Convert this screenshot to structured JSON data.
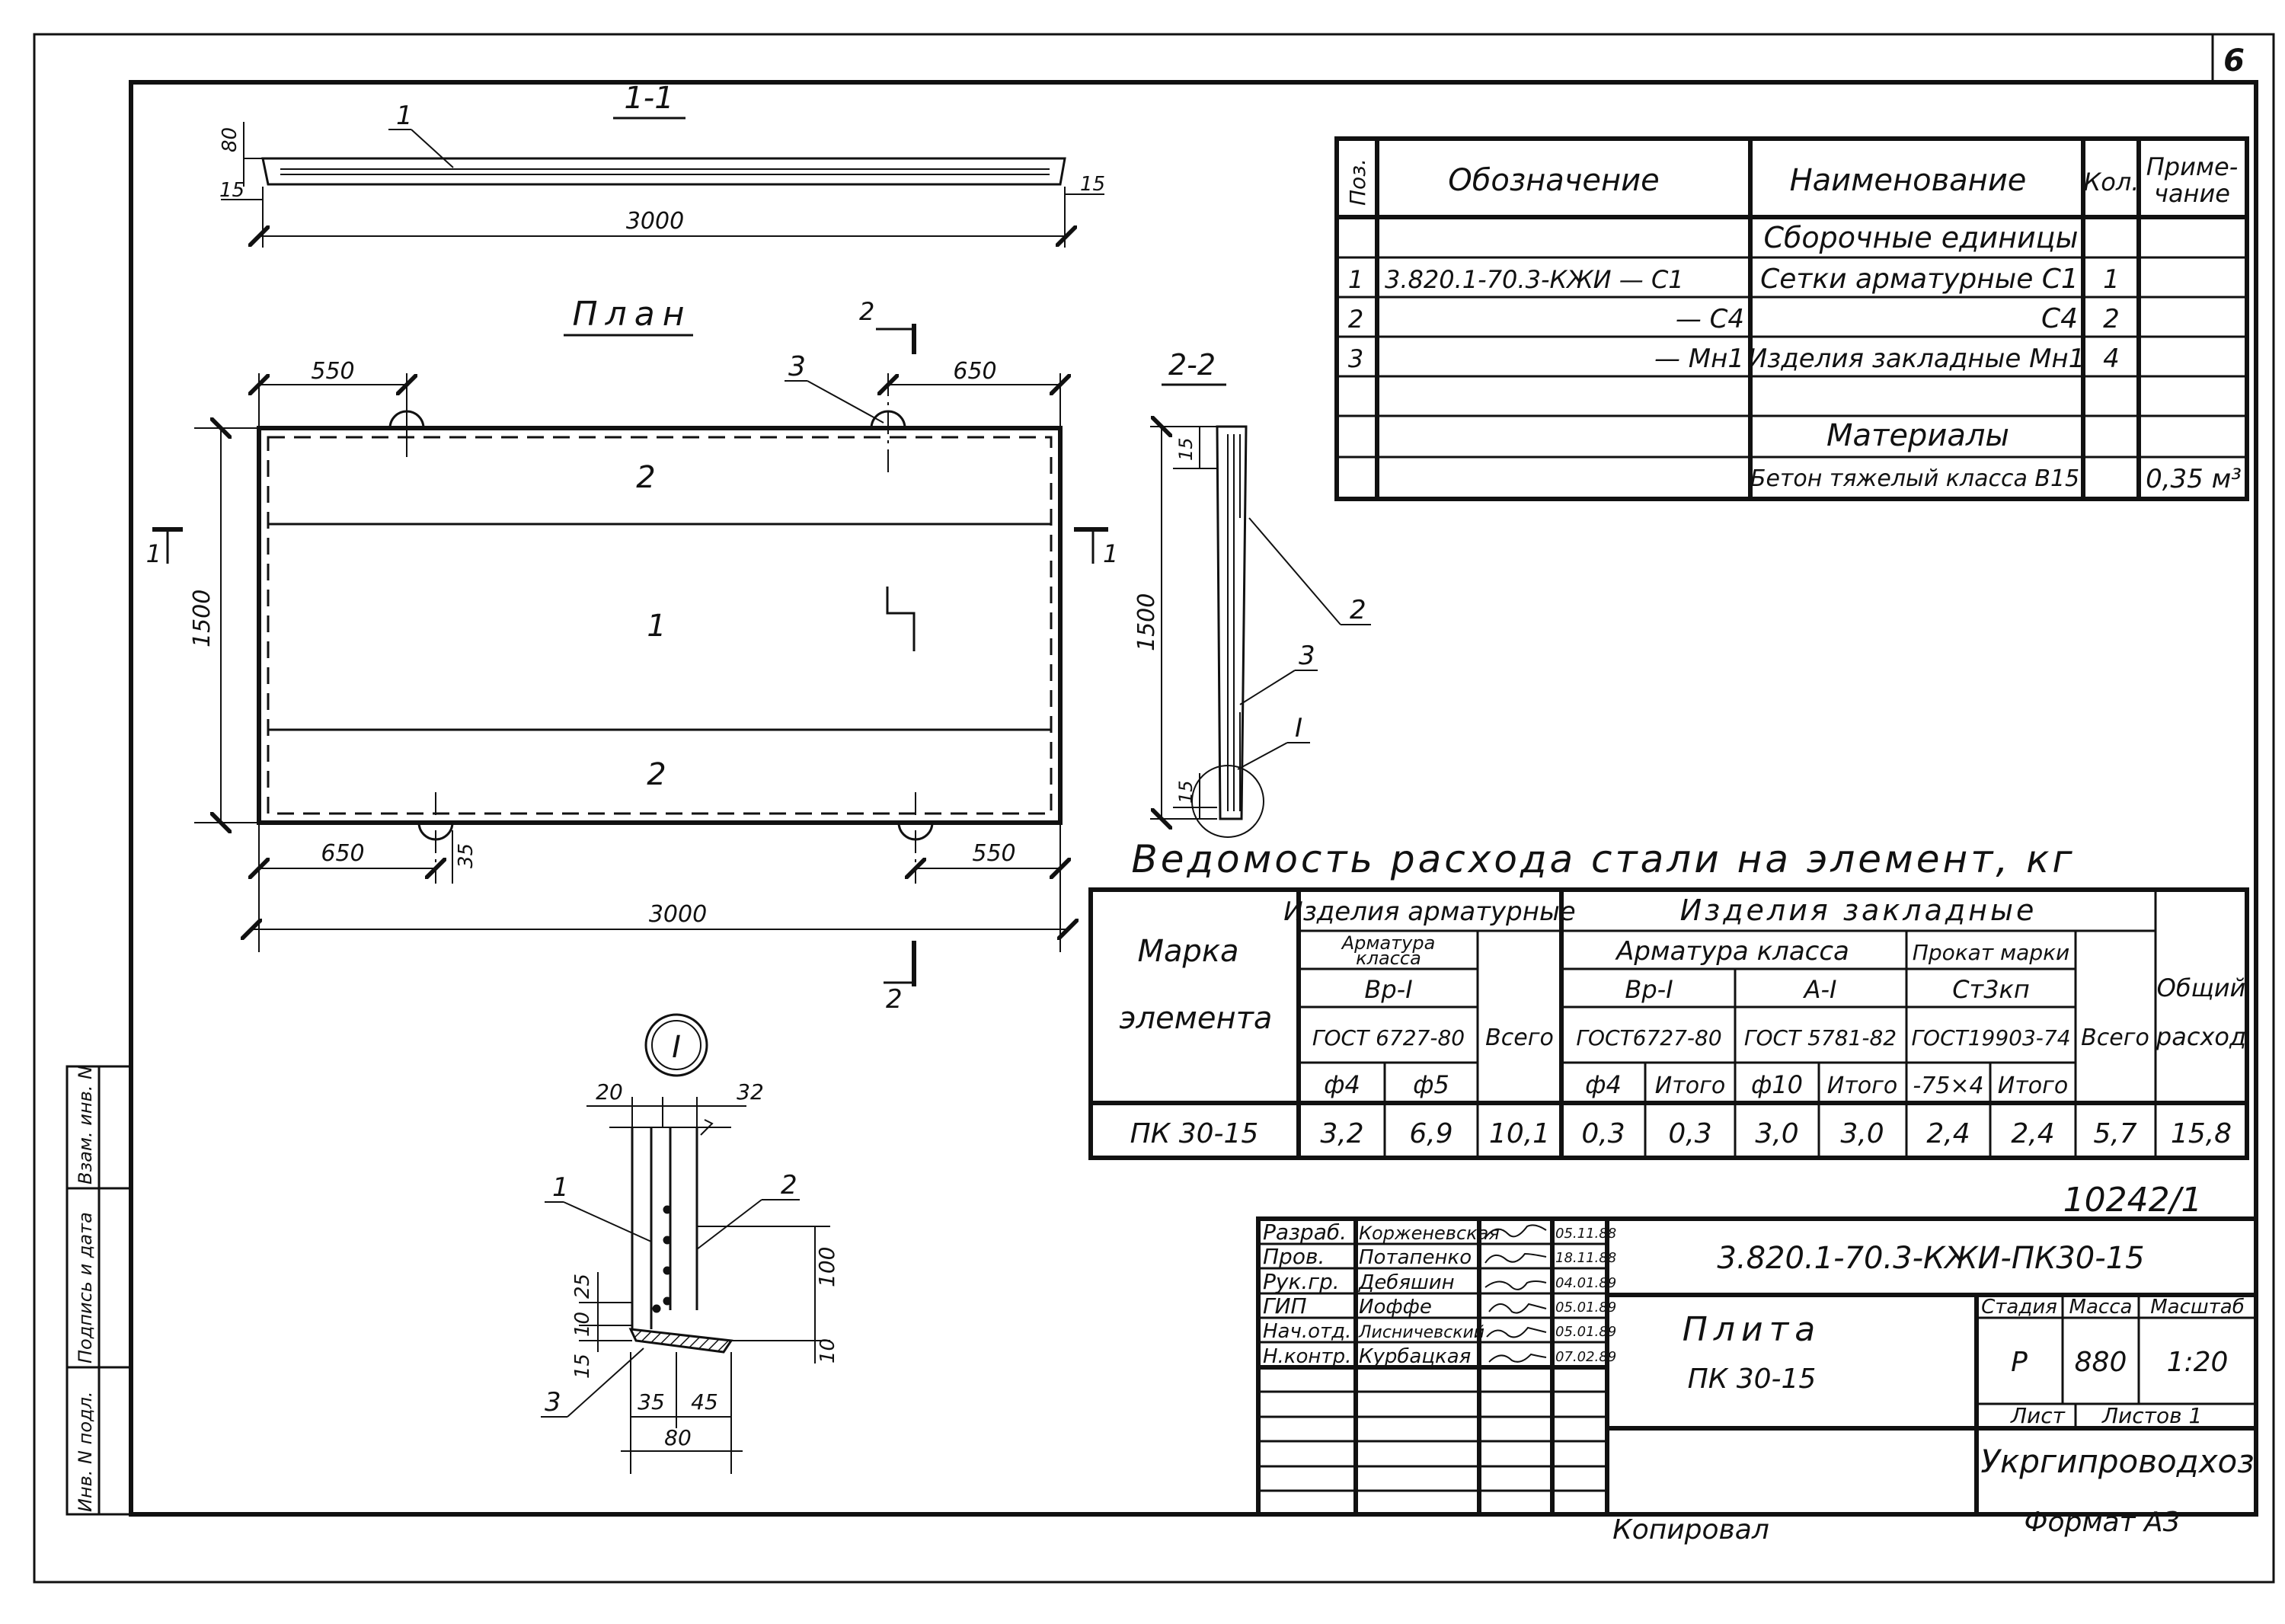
{
  "sheet": {
    "number": "6",
    "sheet_code": "10242/1",
    "copied": "Копировал",
    "format": "Формат А3",
    "side_stamp": [
      "Инв. N подл.",
      "Подпись и дата",
      "Взам. инв. N"
    ]
  },
  "section_1_1": {
    "title": "1-1",
    "pos": "1",
    "dim_80": "80",
    "dim_15_left": "15",
    "dim_15_right": "15",
    "length": "3000"
  },
  "plan": {
    "title": "План",
    "dim_550_top": "550",
    "dim_650_top": "650",
    "dim_650_bottom": "650",
    "dim_550_bottom": "550",
    "dim_35": "35",
    "length": "3000",
    "height": "1500",
    "zone_top": "2",
    "zone_mid": "1",
    "zone_bottom": "2",
    "callout_3": "3",
    "cut_1_left": "1",
    "cut_1_right": "1",
    "cut_2_top": "2",
    "cut_2_bottom": "2"
  },
  "section_2_2": {
    "title": "2-2",
    "dim_15_top": "15",
    "dim_15_bottom": "15",
    "height": "1500",
    "callout_2": "2",
    "callout_3": "3",
    "callout_I": "I"
  },
  "detail_I": {
    "title": "I",
    "dim_20": "20",
    "dim_32": "32",
    "dim_25": "25",
    "dim_10": "10",
    "dim_15": "15",
    "dim_100": "100",
    "dim_10_right": "10",
    "dim_35": "35",
    "dim_45": "45",
    "dim_80": "80",
    "callout_1": "1",
    "callout_2": "2",
    "callout_3": "3"
  },
  "spec_table": {
    "headers": [
      "Поз.",
      "Обозначение",
      "Наименование",
      "Кол.",
      "Приме-\nчание"
    ],
    "rows": [
      [
        "",
        "",
        "Сборочные единицы",
        "",
        ""
      ],
      [
        "1",
        "3.820.1-70.3-КЖИ — С1",
        "Сетки арматурные С1",
        "1",
        ""
      ],
      [
        "2",
        "— С4",
        "С4",
        "2",
        ""
      ],
      [
        "3",
        "— Мн1",
        "Изделия закладные Мн1",
        "4",
        ""
      ],
      [
        "",
        "",
        "",
        "",
        ""
      ],
      [
        "",
        "",
        "Материалы",
        "",
        ""
      ],
      [
        "",
        "",
        "Бетон тяжелый класса В15",
        "",
        "0,35 м³"
      ]
    ]
  },
  "steel_table": {
    "title": "Ведомость расхода стали на элемент, кг",
    "mark_header": [
      "Марка",
      "элемента"
    ],
    "group_reinf": "Изделия арматурные",
    "group_embed": "Изделия закладные",
    "reinf_class": "Арматура класса",
    "reinf_grade": "Вр-I",
    "reinf_gost": "ГОСТ 6727-80",
    "embed_reinf": "Арматура класса",
    "embed_bp": "Вр-I",
    "embed_a": "А-I",
    "embed_bp_gost": "ГОСТ6727-80",
    "embed_a_gost": "ГОСТ 5781-82",
    "rolled": "Прокат марки",
    "rolled_grade": "Ст3кп",
    "rolled_gost": "ГОСТ19903-74",
    "total": "Всего",
    "overall": [
      "Общий",
      "расход"
    ],
    "sub": [
      "ф4",
      "ф5",
      "ф4",
      "Итого",
      "ф10",
      "Итого",
      "-75×4",
      "Итого"
    ],
    "row": [
      "ПК 30-15",
      "3,2",
      "6,9",
      "10,1",
      "0,3",
      "0,3",
      "3,0",
      "3,0",
      "2,4",
      "2,4",
      "5,7",
      "15,8"
    ]
  },
  "title_block": {
    "roles": [
      "Разраб.",
      "Пров.",
      "Рук.гр.",
      "ГИП",
      "Нач.отд.",
      "Н.контр."
    ],
    "names": [
      "Корженевская",
      "Потапенко",
      "Дебяшин",
      "Иоффе",
      "Лисничевский",
      "Курбацкая"
    ],
    "dates": [
      "05.11.88",
      "18.11.88",
      "04.01.89",
      "05.01.89",
      "05.01.89",
      "07.02.89"
    ],
    "doc_code": "3.820.1-70.3-КЖИ-ПК30-15",
    "name": "Плита",
    "name_sub": "ПК 30-15",
    "stage_label": "Стадия",
    "mass_label": "Масса",
    "scale_label": "Масштаб",
    "stage": "Р",
    "mass": "880",
    "scale": "1:20",
    "sheet_label": "Лист",
    "sheets_label": "Листов 1",
    "org": "Укргипроводхоз"
  }
}
